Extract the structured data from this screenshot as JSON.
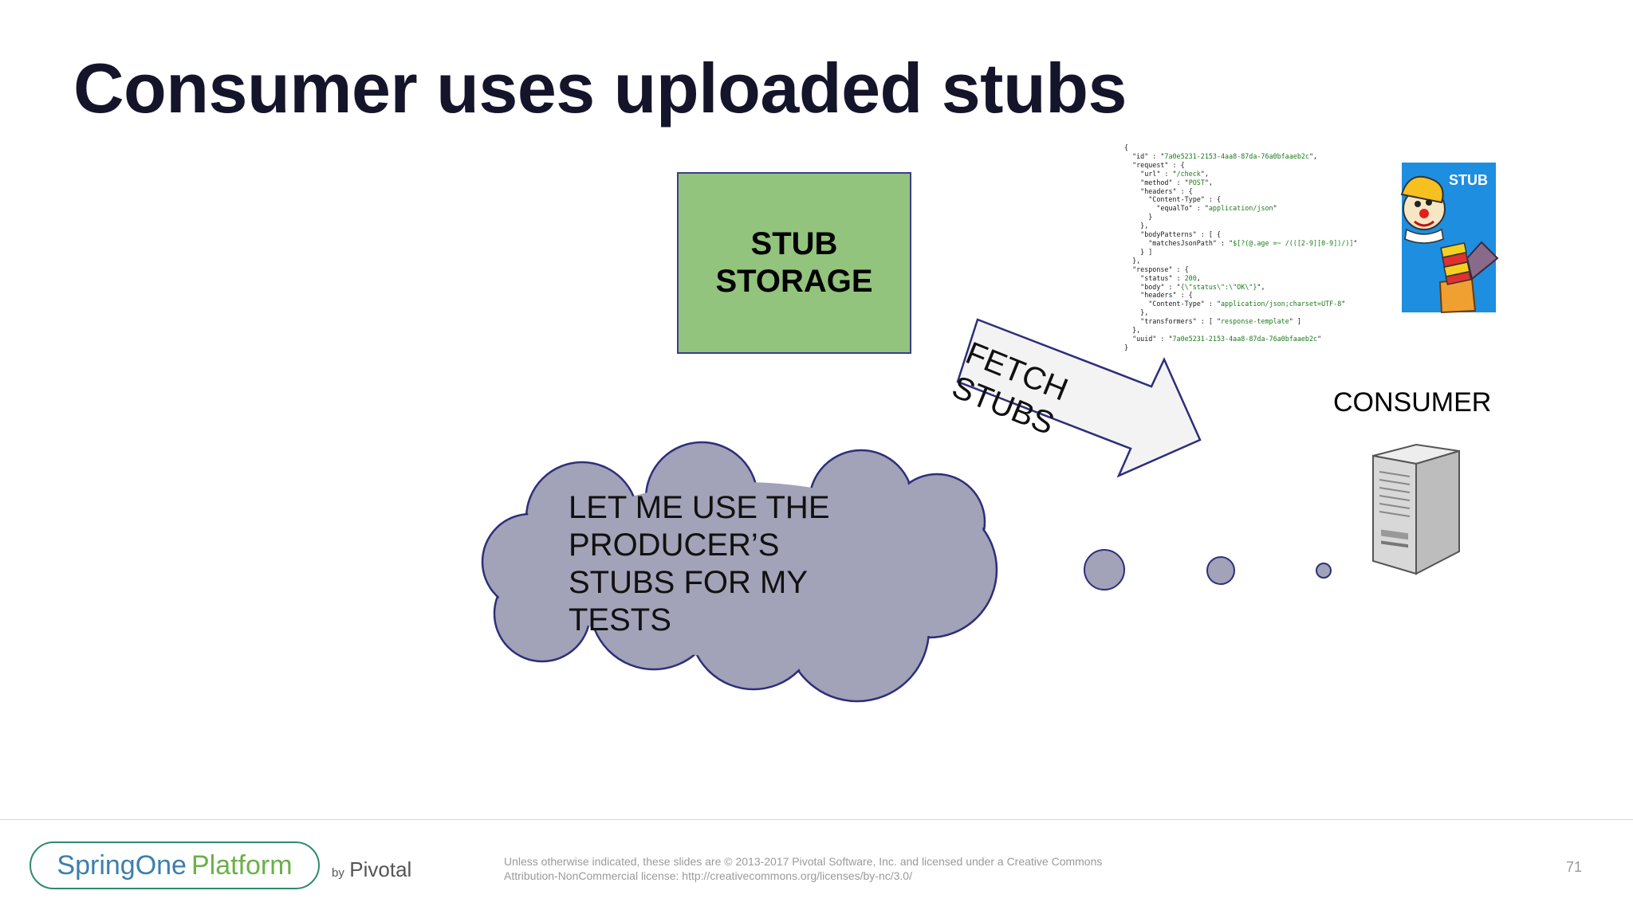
{
  "slide": {
    "title": "Consumer uses uploaded stubs",
    "page_number": "71"
  },
  "diagram": {
    "storage_label": "STUB\nSTORAGE",
    "arrow_label": "FETCH\nSTUBS",
    "thought_text": "LET ME USE THE\nPRODUCER’S\nSTUBS FOR MY\nTESTS",
    "consumer_label": "CONSUMER",
    "stub_card_label": "STUB",
    "colors": {
      "storage_fill": "#93c47d",
      "cloud_fill": "#a2a2b8",
      "outline": "#2e2e7a",
      "stub_card": "#1e8ee0"
    },
    "stub_json": {
      "id": "7a0e5231-2153-4aa8-87da-76a0bfaaeb2c",
      "request_url": "/check",
      "request_method": "POST",
      "content_type_header": "Content-Type",
      "request_content_type": "application/json",
      "body_pattern": "$[?(@.age =~ /(([2-9][0-9])/)]",
      "response_status": "200",
      "response_body": "{\\\"status\\\":\\\"OK\\\"}",
      "response_content_type": "application/json;charset=UTF-8",
      "transformer": "response-template",
      "uuid": "7a0e5231-2153-4aa8-87da-76a0bfaaeb2c"
    }
  },
  "footer": {
    "brand_spring": "SpringOne",
    "brand_platform": "Platform",
    "by": "by",
    "pivotal": "Pivotal",
    "copyright_line1": "Unless otherwise indicated, these slides are © 2013-2017 Pivotal Software, Inc. and licensed under a Creative Commons",
    "copyright_line2": "Attribution-NonCommercial license: http://creativecommons.org/licenses/by-nc/3.0/"
  }
}
